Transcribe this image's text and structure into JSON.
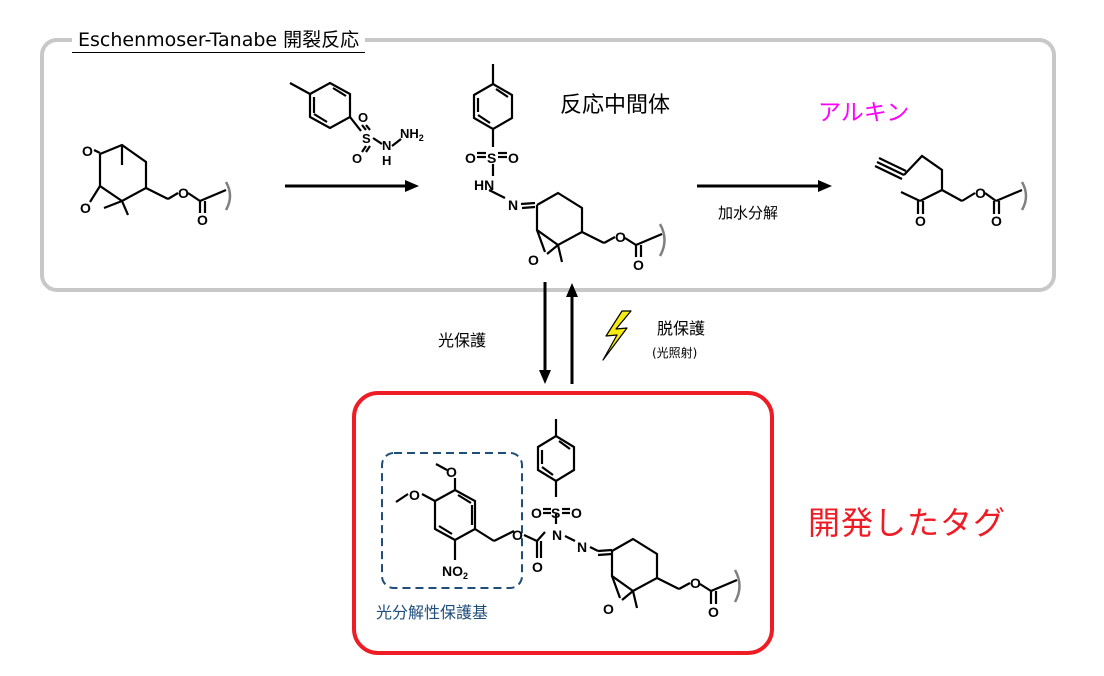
{
  "title": "Eschenmoser-Tanabe 開裂反応",
  "labels": {
    "intermediate": "反応中間体",
    "alkyne": "アルキン",
    "hydrolysis": "加水分解",
    "photoprotection": "光保護",
    "deprotection": "脱保護",
    "irradiation": "(光照射)",
    "developed_tag": "開発したタグ",
    "photolabile_group": "光分解性保護基"
  },
  "atoms": {
    "O": "O",
    "S": "S",
    "N": "N",
    "H": "H",
    "NH2": "NH",
    "sub2": "2",
    "HN": "HN",
    "NO2": "NO"
  },
  "colors": {
    "reaction_box": "#c8c8c8",
    "tag_box": "#ee1c25",
    "alkyne_label": "#ff00ff",
    "tag_label": "#ee1c25",
    "photolabile_box": "#1f4e79",
    "lightning": "#f5ea14"
  },
  "icons": [
    "lightning-icon",
    "wavy-bond-icon"
  ]
}
